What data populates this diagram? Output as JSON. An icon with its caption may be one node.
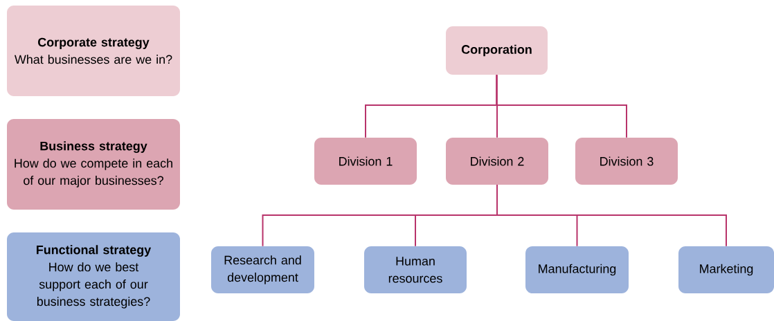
{
  "diagram": {
    "nodes": [
      {
        "text": [
          "Corporate strategy",
          "What businesses are we in?"
        ]
      },
      {
        "text": [
          "Business strategy",
          "How do we compete in each of our major businesses?"
        ]
      },
      {
        "text": [
          "Functional strategy",
          "How do we best support each of our business strategies?"
        ]
      },
      {
        "text": [
          "Corporation"
        ]
      },
      {
        "text": [
          "Division 1"
        ]
      },
      {
        "text": [
          "Division 2"
        ]
      },
      {
        "text": [
          "Division 3"
        ]
      },
      {
        "text": [
          "Research and development"
        ]
      },
      {
        "text": [
          "Human resources"
        ]
      },
      {
        "text": [
          "Manufacturing"
        ]
      },
      {
        "text": [
          "Marketing"
        ]
      }
    ],
    "edges": [
      {
        "from": 3,
        "to": 4,
        "arrow": "none"
      },
      {
        "from": 3,
        "to": 5,
        "arrow": "none"
      },
      {
        "from": 3,
        "to": 6,
        "arrow": "none"
      },
      {
        "from": 5,
        "to": 7,
        "arrow": "none"
      },
      {
        "from": 5,
        "to": 8,
        "arrow": "none"
      },
      {
        "from": 5,
        "to": 9,
        "arrow": "none"
      },
      {
        "from": 5,
        "to": 10,
        "arrow": "none"
      }
    ]
  }
}
